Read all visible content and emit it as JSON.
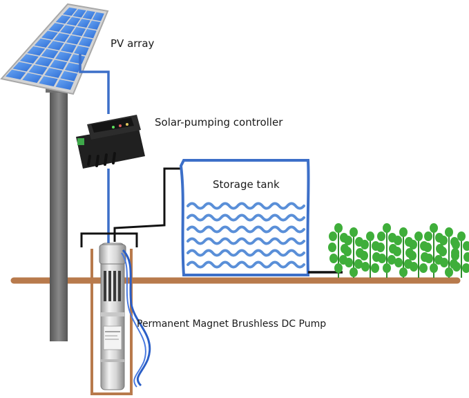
{
  "labels": {
    "pv_array": "PV array",
    "controller": "Solar-pumping controller",
    "storage_tank": "Storage tank",
    "pump": "Permanent Magnet Brushless DC Pump"
  },
  "colors": {
    "ground": "#b87a4c",
    "wire_blue": "#3c6fc8",
    "pipe_black": "#111111",
    "pole": "#6b6b6b",
    "panel_cell": "#3f7fe0",
    "panel_frame": "#c9c9c9",
    "water_wave": "#5a8fd8",
    "tank_outline": "#3c6fc8",
    "plant": "#3fae3a",
    "controller_body": "#1c1c1c"
  }
}
